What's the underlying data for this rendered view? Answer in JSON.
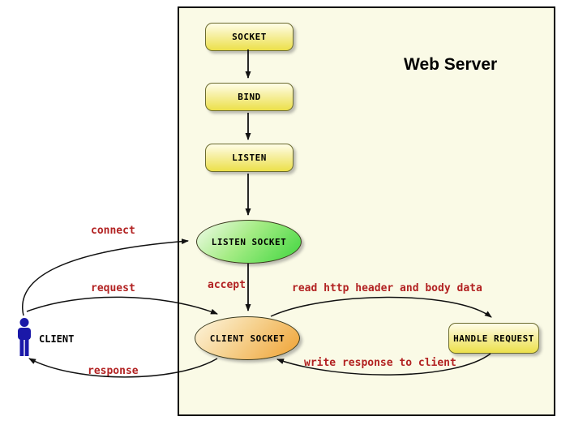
{
  "title": "Web Server",
  "nodes": {
    "socket": "SOCKET",
    "bind": "BIND",
    "listen": "LISTEN",
    "listen_socket": "LISTEN SOCKET",
    "client_socket": "CLIENT SOCKET",
    "handle_request": "HANDLE REQUEST"
  },
  "actor": "CLIENT",
  "edge_labels": {
    "connect": "connect",
    "request": "request",
    "response": "response",
    "accept": "accept",
    "read_http": "read http header and body data",
    "write_response": "write response to client"
  },
  "colors": {
    "canvas_bg": "#fafae6",
    "process_fill_top": "#fffde8",
    "process_fill_bottom": "#ece04a",
    "process_border": "#6b6b2e",
    "listen_socket_fill": "#3ed63e",
    "client_socket_fill": "#efa132",
    "edge_label_color": "#b22222",
    "actor_fill": "#1a18a8",
    "arrow_color": "#111111"
  }
}
